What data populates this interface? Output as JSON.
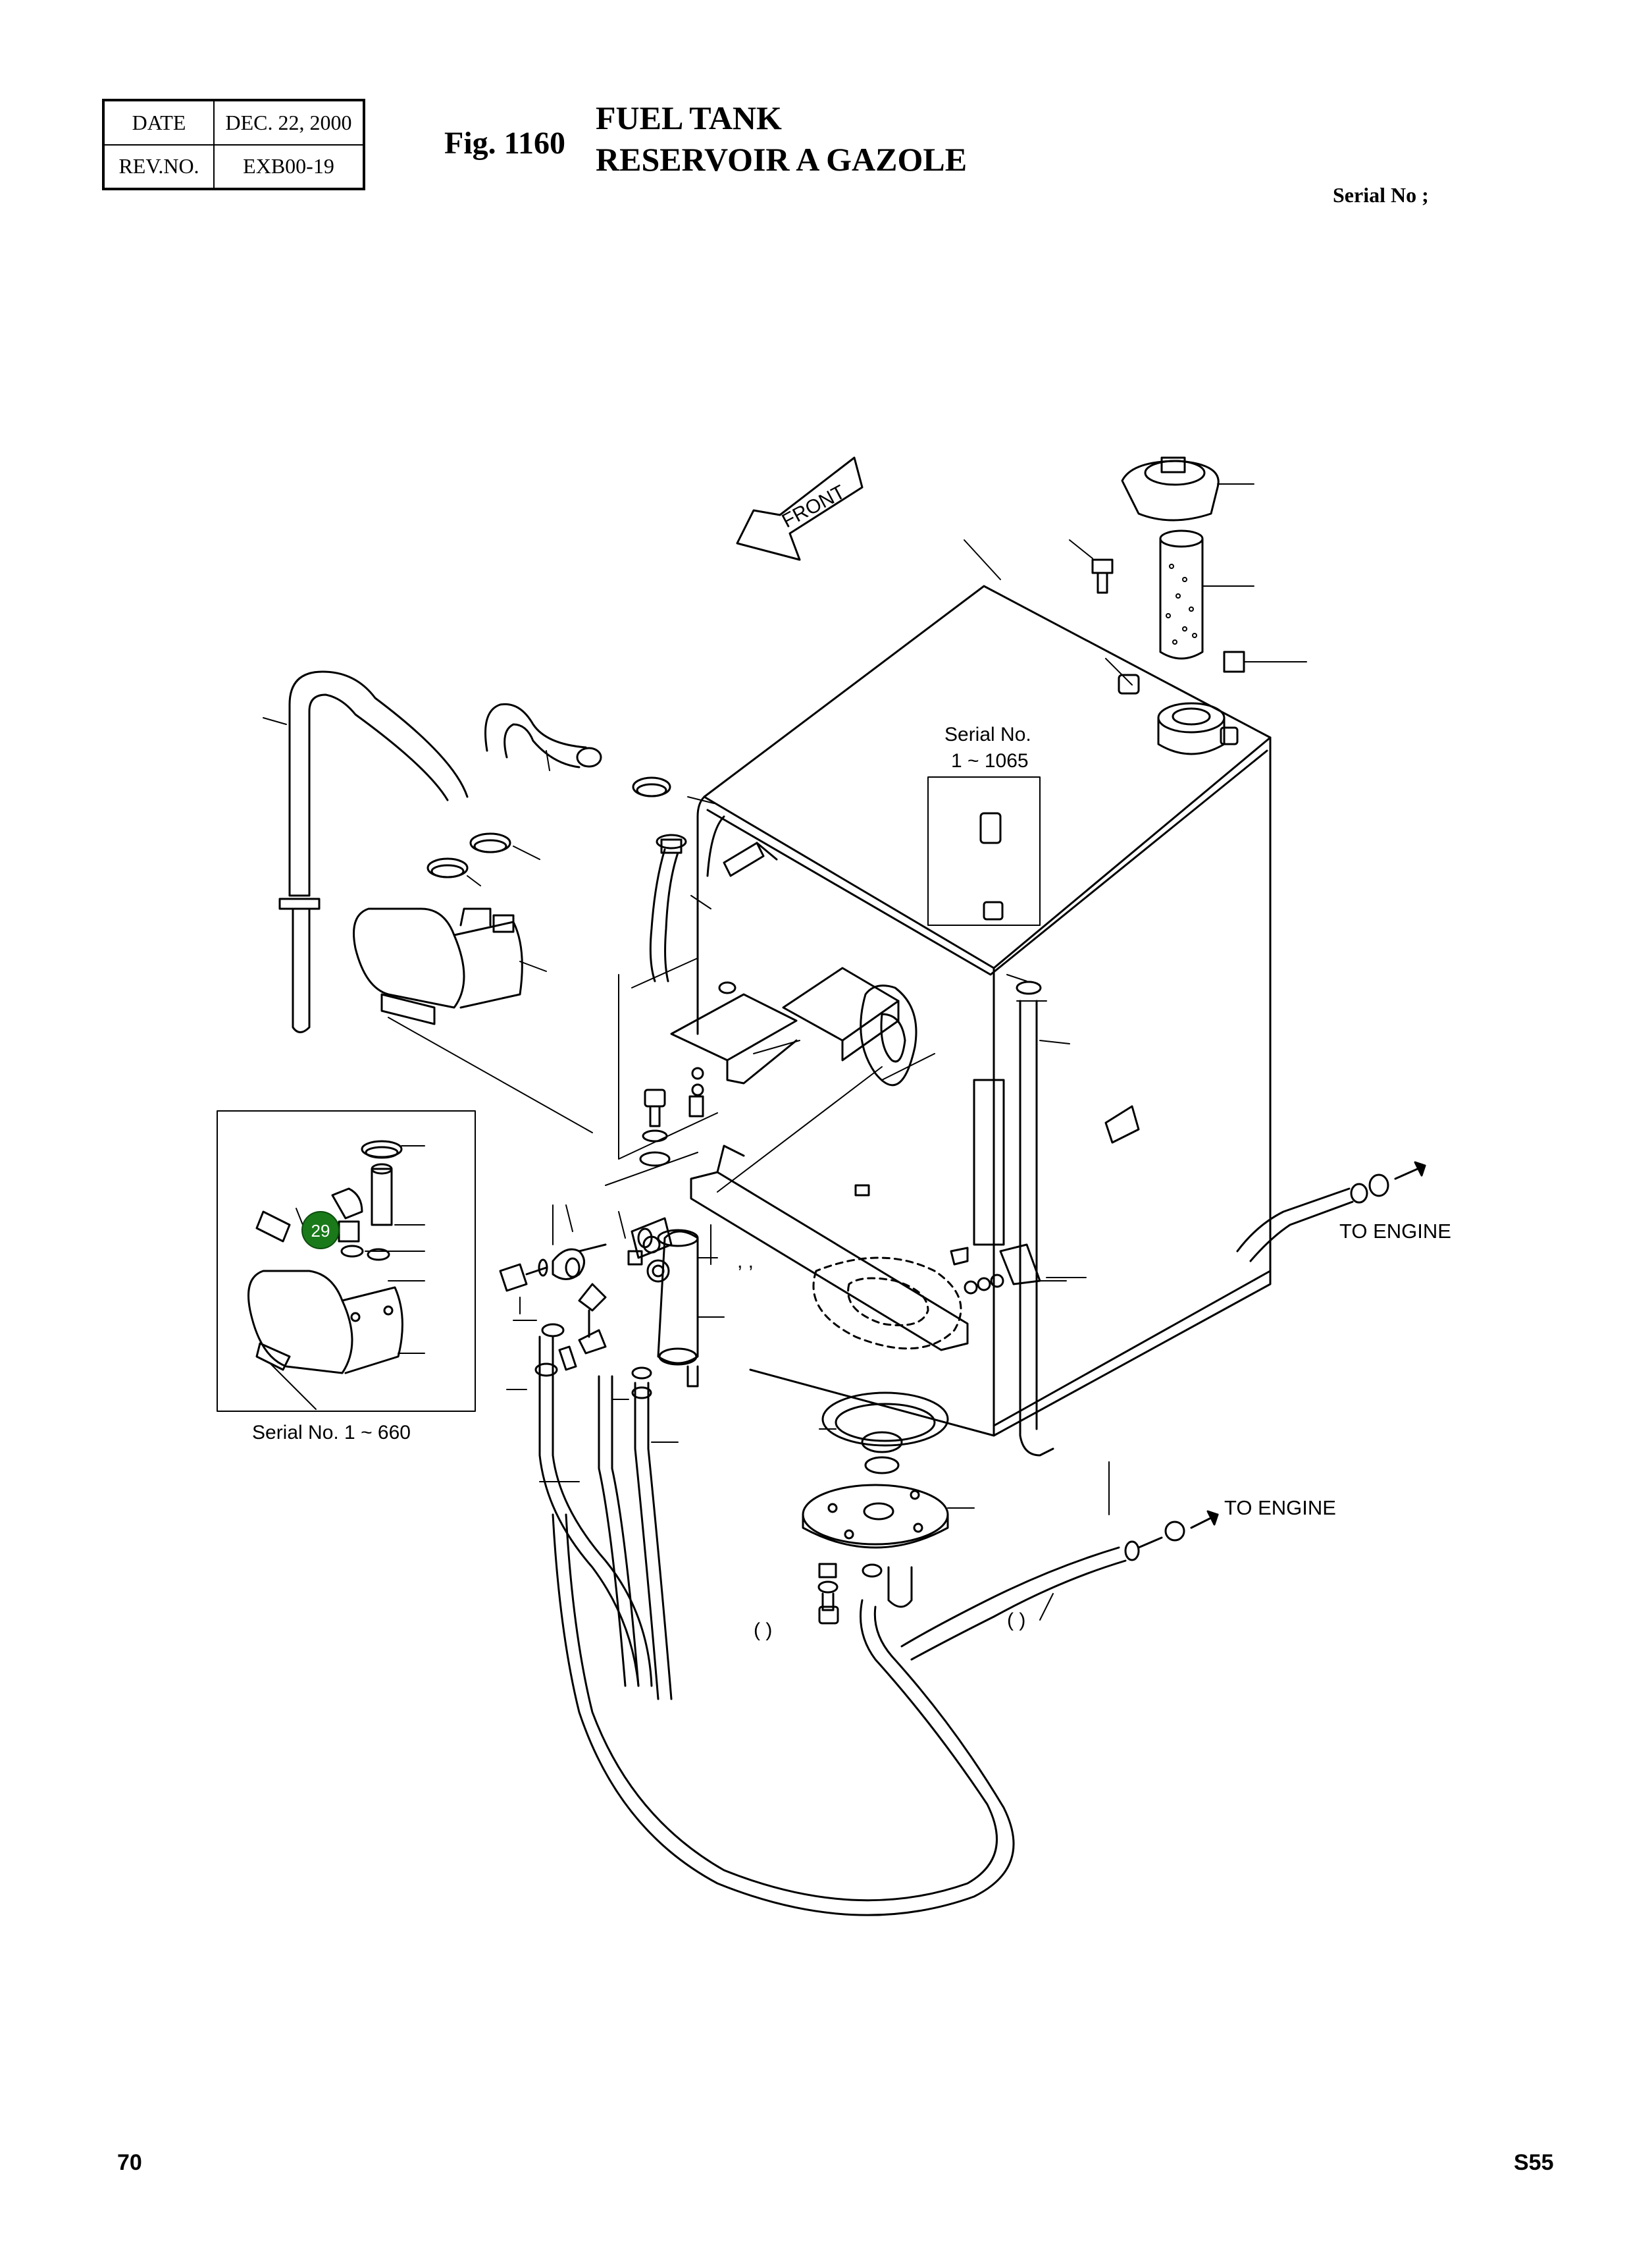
{
  "header": {
    "date_label": "DATE",
    "date_value": "DEC. 22, 2000",
    "rev_label": "REV.NO.",
    "rev_value": "EXB00-19"
  },
  "figure": {
    "number": "Fig. 1160",
    "title_en": "FUEL TANK",
    "title_fr": "RESERVOIR A GAZOLE",
    "serial_label": "Serial No ;"
  },
  "diagram": {
    "front_label": "FRONT",
    "serial_note_upper_line1": "Serial No.",
    "serial_note_upper_line2": "1 ~ 1065",
    "serial_note_inset": "Serial No. 1 ~ 660",
    "to_engine_upper": "TO ENGINE",
    "to_engine_lower": "TO ENGINE",
    "callout_number": "29",
    "callout_color": "#1a7a1a",
    "paren_left": "(     )",
    "paren_right": "(     )",
    "commas": ",     ,"
  },
  "footer": {
    "page_number": "70",
    "model_code": "S55"
  }
}
